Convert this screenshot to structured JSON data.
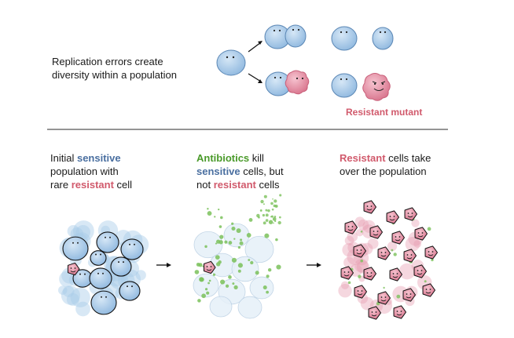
{
  "top": {
    "caption_line1": "Replication errors create",
    "caption_line2": "diversity within a population",
    "mutant_label": "Resistant mutant"
  },
  "stage1": {
    "line1": "Initial ",
    "kw1": "sensitive",
    "line2": "population with",
    "line3a": "rare ",
    "kw2": "resistant",
    "line3b": " cell"
  },
  "stage2": {
    "kw1": "Antibiotics",
    "line1b": " kill",
    "kw2": "sensitive",
    "line2b": " cells, but",
    "line3a": "not ",
    "kw3": "resistant",
    "line3b": " cells"
  },
  "stage3": {
    "kw1": "Resistant",
    "line1b": " cells take",
    "line2": "over the population"
  },
  "colors": {
    "sensitive_fill": "#a9cbe8",
    "sensitive_dark": "#6f9cc8",
    "resistant_fill": "#e79aae",
    "resistant_dark": "#c9607a",
    "antibiotic": "#7ac15a",
    "sensitive_text": "#4a6fa0",
    "resistant_text": "#d15a6c",
    "antibiotic_text": "#4a9a2a"
  }
}
